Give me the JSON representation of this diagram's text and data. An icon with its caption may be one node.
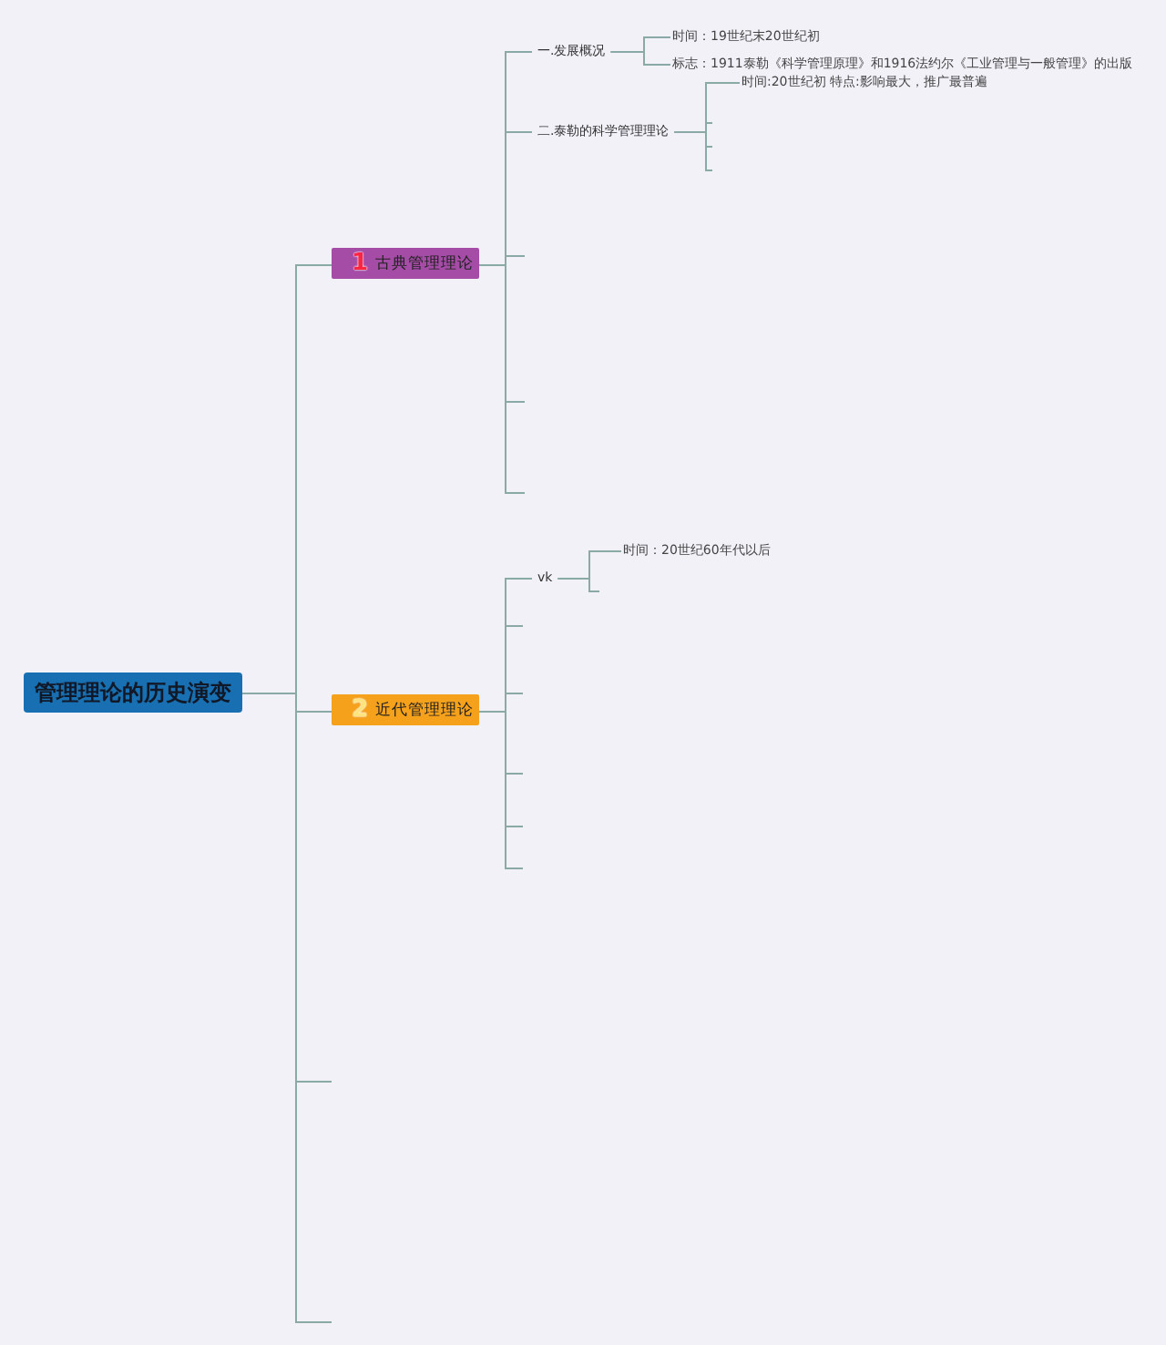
{
  "diagram": {
    "nodes": [
      {
        "text": [
          "管理理论的历史演变"
        ]
      },
      {
        "text": [
          "1",
          "古典管理理论"
        ]
      },
      {
        "text": [
          "一.发展概况"
        ]
      },
      {
        "text": [
          "时间：19世纪末20世纪初"
        ]
      },
      {
        "text": [
          "标志：1911泰勒《科学管理原理》和1916法约尔《工业管理与一般管理》的出版"
        ]
      },
      {
        "text": [
          "二.泰勒的科学管理理论"
        ]
      },
      {
        "text": [
          "时间:20世纪初 特点:影响最大，推广最普遍"
        ]
      },
      {
        "text": [
          "2",
          "近代管理理论"
        ]
      },
      {
        "text": [
          "vk"
        ]
      },
      {
        "text": [
          "时间：20世纪60年代以后"
        ]
      }
    ],
    "edges": [
      {
        "from": 0,
        "to": 1,
        "arrow": "none"
      },
      {
        "from": 0,
        "to": 7,
        "arrow": "none"
      },
      {
        "from": 0,
        "to": null,
        "arrow": "none"
      },
      {
        "from": 0,
        "to": null,
        "arrow": "none"
      },
      {
        "from": 1,
        "to": 2,
        "arrow": "none"
      },
      {
        "from": 1,
        "to": 5,
        "arrow": "none"
      },
      {
        "from": 1,
        "to": null,
        "arrow": "none"
      },
      {
        "from": 1,
        "to": null,
        "arrow": "none"
      },
      {
        "from": 1,
        "to": null,
        "arrow": "none"
      },
      {
        "from": 2,
        "to": 3,
        "arrow": "none"
      },
      {
        "from": 2,
        "to": 4,
        "arrow": "none"
      },
      {
        "from": 5,
        "to": 6,
        "arrow": "none"
      },
      {
        "from": 5,
        "to": null,
        "arrow": "none"
      },
      {
        "from": 5,
        "to": null,
        "arrow": "none"
      },
      {
        "from": 5,
        "to": null,
        "arrow": "none"
      },
      {
        "from": 7,
        "to": 8,
        "arrow": "none"
      },
      {
        "from": 7,
        "to": null,
        "arrow": "none"
      },
      {
        "from": 7,
        "to": null,
        "arrow": "none"
      },
      {
        "from": 7,
        "to": null,
        "arrow": "none"
      },
      {
        "from": 7,
        "to": null,
        "arrow": "none"
      },
      {
        "from": 7,
        "to": null,
        "arrow": "none"
      },
      {
        "from": 8,
        "to": 9,
        "arrow": "none"
      },
      {
        "from": 8,
        "to": null,
        "arrow": "none"
      }
    ]
  }
}
